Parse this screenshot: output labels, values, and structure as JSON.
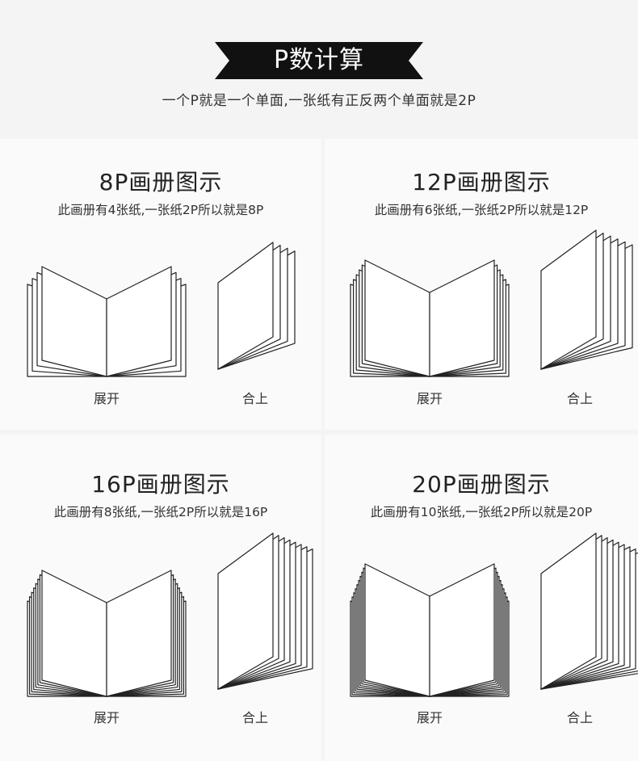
{
  "header": {
    "title": "P数计算",
    "subtitle": "一个P就是一个单面,一张纸有正反两个单面就是2P"
  },
  "panels": [
    {
      "title": "8P画册图示",
      "desc": "此画册有4张纸,一张纸2P所以就是8P",
      "sheets": 4,
      "open_label": "展开",
      "closed_label": "合上"
    },
    {
      "title": "12P画册图示",
      "desc": "此画册有6张纸,一张纸2P所以就是12P",
      "sheets": 6,
      "open_label": "展开",
      "closed_label": "合上"
    },
    {
      "title": "16P画册图示",
      "desc": "此画册有8张纸,一张纸2P所以就是16P",
      "sheets": 8,
      "open_label": "展开",
      "closed_label": "合上"
    },
    {
      "title": "20P画册图示",
      "desc": "此画册有10张纸,一张纸2P所以就是20P",
      "sheets": 10,
      "open_label": "展开",
      "closed_label": "合上"
    }
  ],
  "colors": {
    "banner": "#111111",
    "stroke": "#222222",
    "panel_bg": "#fafafa",
    "page_bg": "#f4f4f4"
  }
}
